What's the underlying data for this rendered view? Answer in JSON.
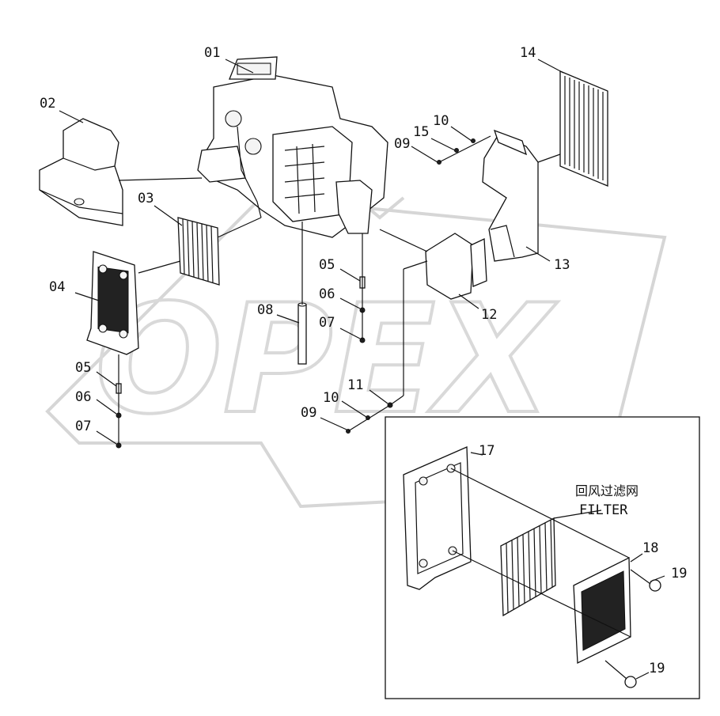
{
  "watermark": {
    "brand": "OPEX"
  },
  "labels": {
    "l01": "01",
    "l02": "02",
    "l03": "03",
    "l04": "04",
    "l05a": "05",
    "l05b": "05",
    "l06a": "06",
    "l06b": "06",
    "l07a": "07",
    "l07b": "07",
    "l08": "08",
    "l09a": "09",
    "l09b": "09",
    "l10a": "10",
    "l10b": "10",
    "l11": "11",
    "l12": "12",
    "l13": "13",
    "l14": "14",
    "l15": "15",
    "l17": "17",
    "l18": "18",
    "l19a": "19",
    "l19b": "19"
  },
  "inset": {
    "title_cn": "回风过滤网",
    "title_en": "FILTER"
  },
  "colors": {
    "line": "#111111",
    "watermark": "#d6d6d6",
    "background": "#ffffff"
  }
}
